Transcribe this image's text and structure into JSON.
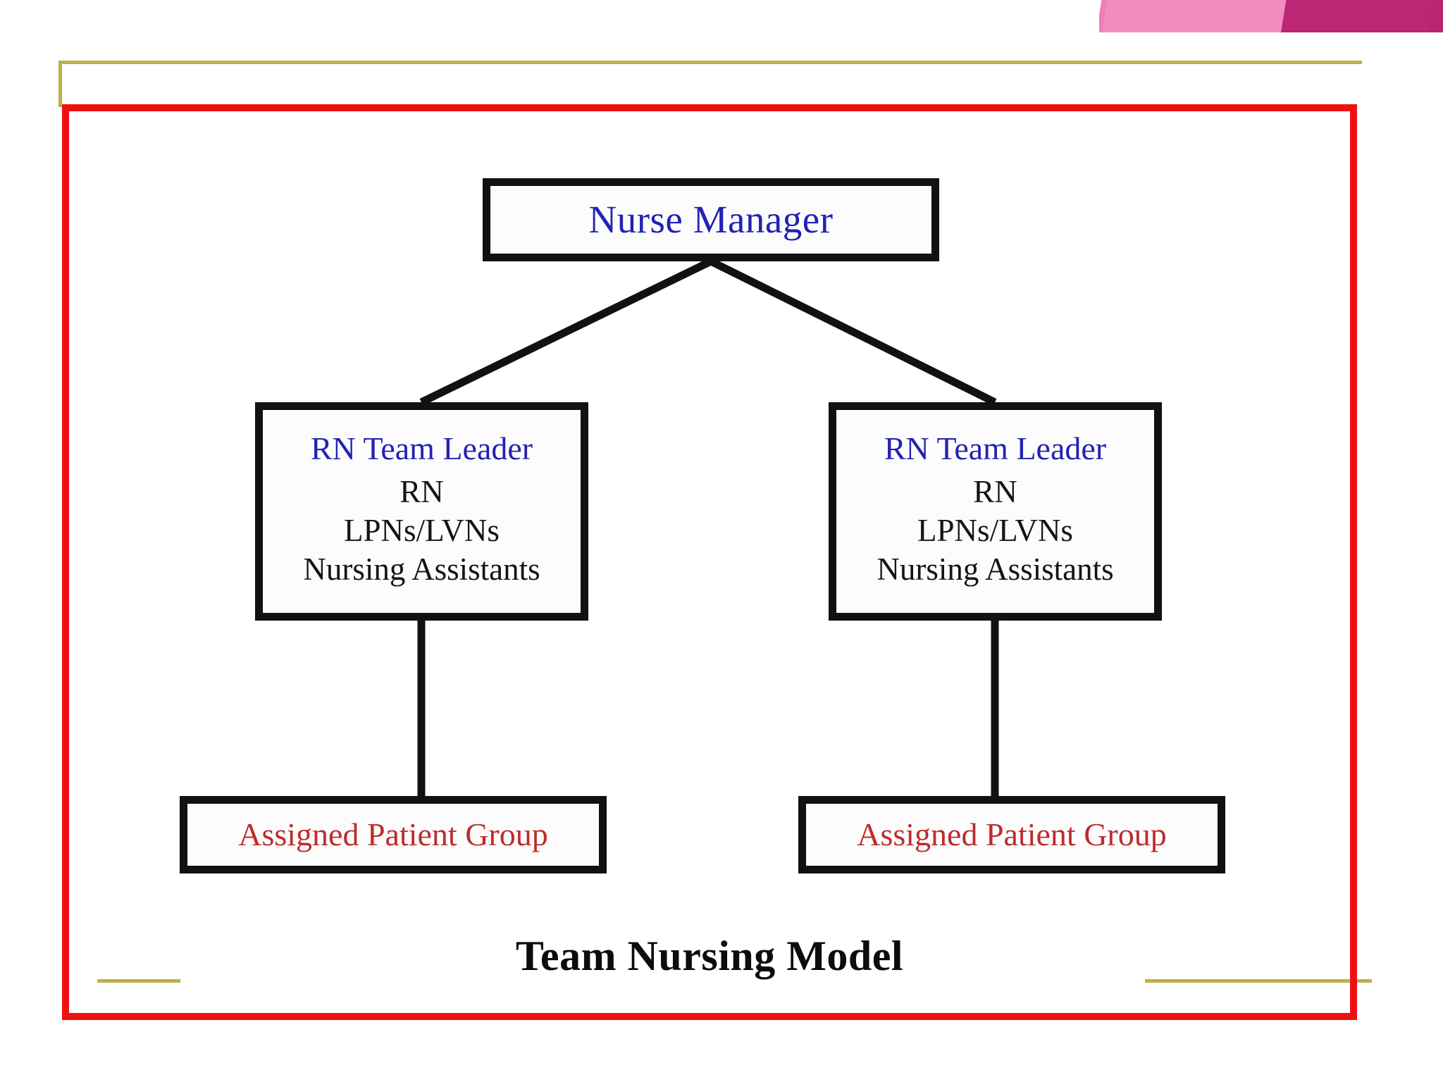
{
  "slide": {
    "caption": "Team Nursing Model",
    "colors": {
      "frame_red": "#EF1111",
      "accent_gold": "#BFB04A",
      "banner_light_pink": "#F08CC0",
      "banner_dark_magenta": "#BD2674",
      "node_title_blue": "#2222B4",
      "node_text_black": "#141414",
      "patient_red": "#BF2B2B"
    }
  },
  "diagram": {
    "type": "org-chart",
    "root": {
      "id": "nurse-manager",
      "label": "Nurse Manager"
    },
    "teams": [
      {
        "id": "team-left",
        "leader": "RN Team Leader",
        "members": [
          "RN",
          "LPNs/LVNs",
          "Nursing Assistants"
        ],
        "patient_group": "Assigned Patient Group"
      },
      {
        "id": "team-right",
        "leader": "RN Team Leader",
        "members": [
          "RN",
          "LPNs/LVNs",
          "Nursing Assistants"
        ],
        "patient_group": "Assigned Patient Group"
      }
    ]
  }
}
